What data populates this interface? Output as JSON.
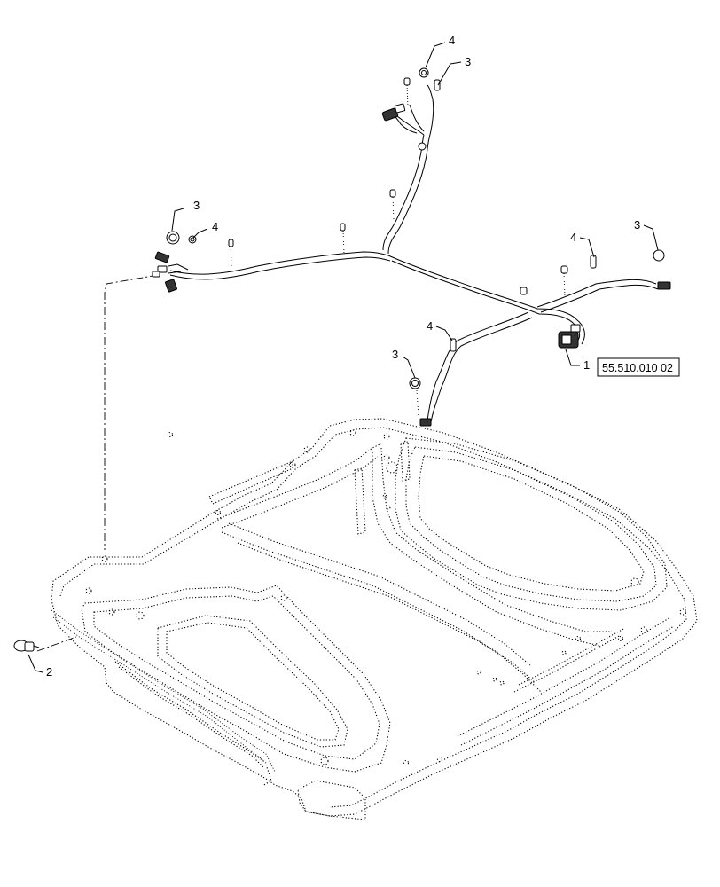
{
  "callouts": {
    "item1": "1",
    "item2": "2",
    "item3": "3",
    "item4": "4"
  },
  "reference": {
    "box_text": "55.510.010 02"
  }
}
